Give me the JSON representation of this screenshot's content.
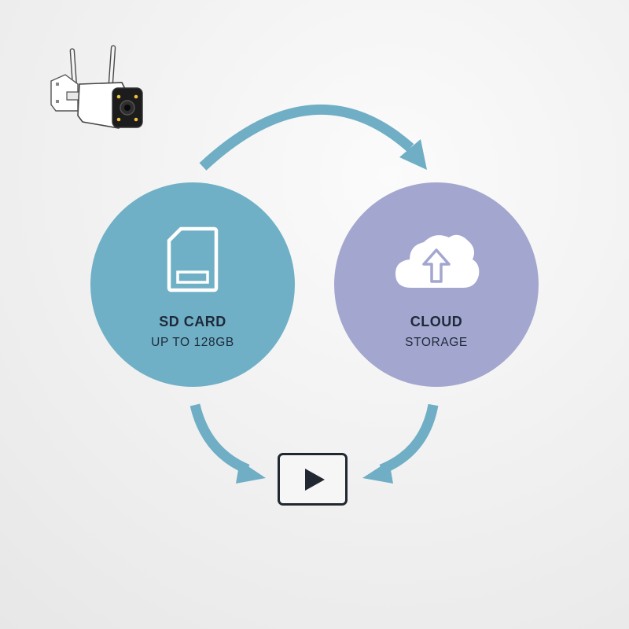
{
  "colors": {
    "background": "#f0f0f0",
    "arrow": "#6faec4",
    "sd_circle": "#6fb0c6",
    "cloud_circle": "#a3a6ce",
    "icon_white": "#ffffff",
    "text_dark": "#1e2a3a",
    "play_border": "#222831"
  },
  "camera": {
    "icon": "security-camera-icon"
  },
  "sd_card": {
    "title": "SD CARD",
    "subtitle": "UP TO 128GB",
    "icon": "sd-card-icon"
  },
  "cloud": {
    "title": "CLOUD",
    "subtitle": "STORAGE",
    "icon": "cloud-upload-icon"
  },
  "playback": {
    "icon": "play-icon"
  },
  "flows": [
    {
      "from": "sd_card",
      "to": "cloud"
    },
    {
      "from": "sd_card",
      "to": "playback"
    },
    {
      "from": "cloud",
      "to": "playback"
    }
  ]
}
